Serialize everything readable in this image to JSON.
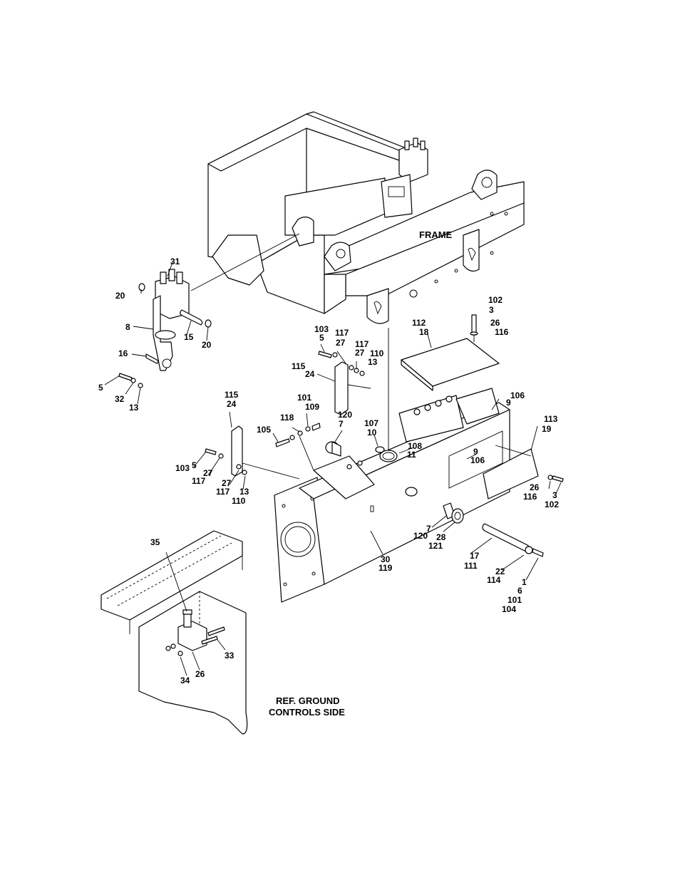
{
  "callouts": [
    {
      "id": "c-31",
      "text": "31"
    },
    {
      "id": "c-20a",
      "text": "20"
    },
    {
      "id": "c-8",
      "text": "8"
    },
    {
      "id": "c-15",
      "text": "15"
    },
    {
      "id": "c-20b",
      "text": "20"
    },
    {
      "id": "c-16",
      "text": "16"
    },
    {
      "id": "c-5a",
      "text": "5"
    },
    {
      "id": "c-32",
      "text": "32"
    },
    {
      "id": "c-13a",
      "text": "13"
    },
    {
      "id": "c-frame",
      "text": "FRAME"
    },
    {
      "id": "c-102a",
      "text": "102"
    },
    {
      "id": "c-3a",
      "text": "3"
    },
    {
      "id": "c-26a",
      "text": "26"
    },
    {
      "id": "c-116a",
      "text": "116"
    },
    {
      "id": "c-112",
      "text": "112"
    },
    {
      "id": "c-18",
      "text": "18"
    },
    {
      "id": "c-103a",
      "text": "103"
    },
    {
      "id": "c-5b",
      "text": "5"
    },
    {
      "id": "c-117a",
      "text": "117"
    },
    {
      "id": "c-27a",
      "text": "27"
    },
    {
      "id": "c-117b",
      "text": "117"
    },
    {
      "id": "c-27b",
      "text": "27"
    },
    {
      "id": "c-110a",
      "text": "110"
    },
    {
      "id": "c-13b",
      "text": "13"
    },
    {
      "id": "c-115a",
      "text": "115"
    },
    {
      "id": "c-24a",
      "text": "24"
    },
    {
      "id": "c-106a",
      "text": "106"
    },
    {
      "id": "c-9a",
      "text": "9"
    },
    {
      "id": "c-115b",
      "text": "115"
    },
    {
      "id": "c-24b",
      "text": "24"
    },
    {
      "id": "c-101a",
      "text": "101"
    },
    {
      "id": "c-109",
      "text": "109"
    },
    {
      "id": "c-120a",
      "text": "120"
    },
    {
      "id": "c-7a",
      "text": "7"
    },
    {
      "id": "c-113",
      "text": "113"
    },
    {
      "id": "c-19",
      "text": "19"
    },
    {
      "id": "c-118",
      "text": "118"
    },
    {
      "id": "c-105",
      "text": "105"
    },
    {
      "id": "c-107",
      "text": "107"
    },
    {
      "id": "c-10",
      "text": "10"
    },
    {
      "id": "c-108",
      "text": "108"
    },
    {
      "id": "c-11",
      "text": "11"
    },
    {
      "id": "c-9b",
      "text": "9"
    },
    {
      "id": "c-106b",
      "text": "106"
    },
    {
      "id": "c-103b",
      "text": "103"
    },
    {
      "id": "c-5c",
      "text": "5"
    },
    {
      "id": "c-27c",
      "text": "27"
    },
    {
      "id": "c-117c",
      "text": "117"
    },
    {
      "id": "c-27d",
      "text": "27"
    },
    {
      "id": "c-117d",
      "text": "117"
    },
    {
      "id": "c-13c",
      "text": "13"
    },
    {
      "id": "c-110b",
      "text": "110"
    },
    {
      "id": "c-26b",
      "text": "26"
    },
    {
      "id": "c-116b",
      "text": "116"
    },
    {
      "id": "c-3b",
      "text": "3"
    },
    {
      "id": "c-102b",
      "text": "102"
    },
    {
      "id": "c-7b",
      "text": "7"
    },
    {
      "id": "c-120b",
      "text": "120"
    },
    {
      "id": "c-28",
      "text": "28"
    },
    {
      "id": "c-121",
      "text": "121"
    },
    {
      "id": "c-30",
      "text": "30"
    },
    {
      "id": "c-119",
      "text": "119"
    },
    {
      "id": "c-17",
      "text": "17"
    },
    {
      "id": "c-111",
      "text": "111"
    },
    {
      "id": "c-22",
      "text": "22"
    },
    {
      "id": "c-114",
      "text": "114"
    },
    {
      "id": "c-1",
      "text": "1"
    },
    {
      "id": "c-6",
      "text": "6"
    },
    {
      "id": "c-101b",
      "text": "101"
    },
    {
      "id": "c-104",
      "text": "104"
    },
    {
      "id": "c-35",
      "text": "35"
    },
    {
      "id": "c-33",
      "text": "33"
    },
    {
      "id": "c-34",
      "text": "34"
    },
    {
      "id": "c-26c",
      "text": "26"
    }
  ],
  "reference_note": {
    "line1": "REF. GROUND",
    "line2": "CONTROLS SIDE"
  }
}
